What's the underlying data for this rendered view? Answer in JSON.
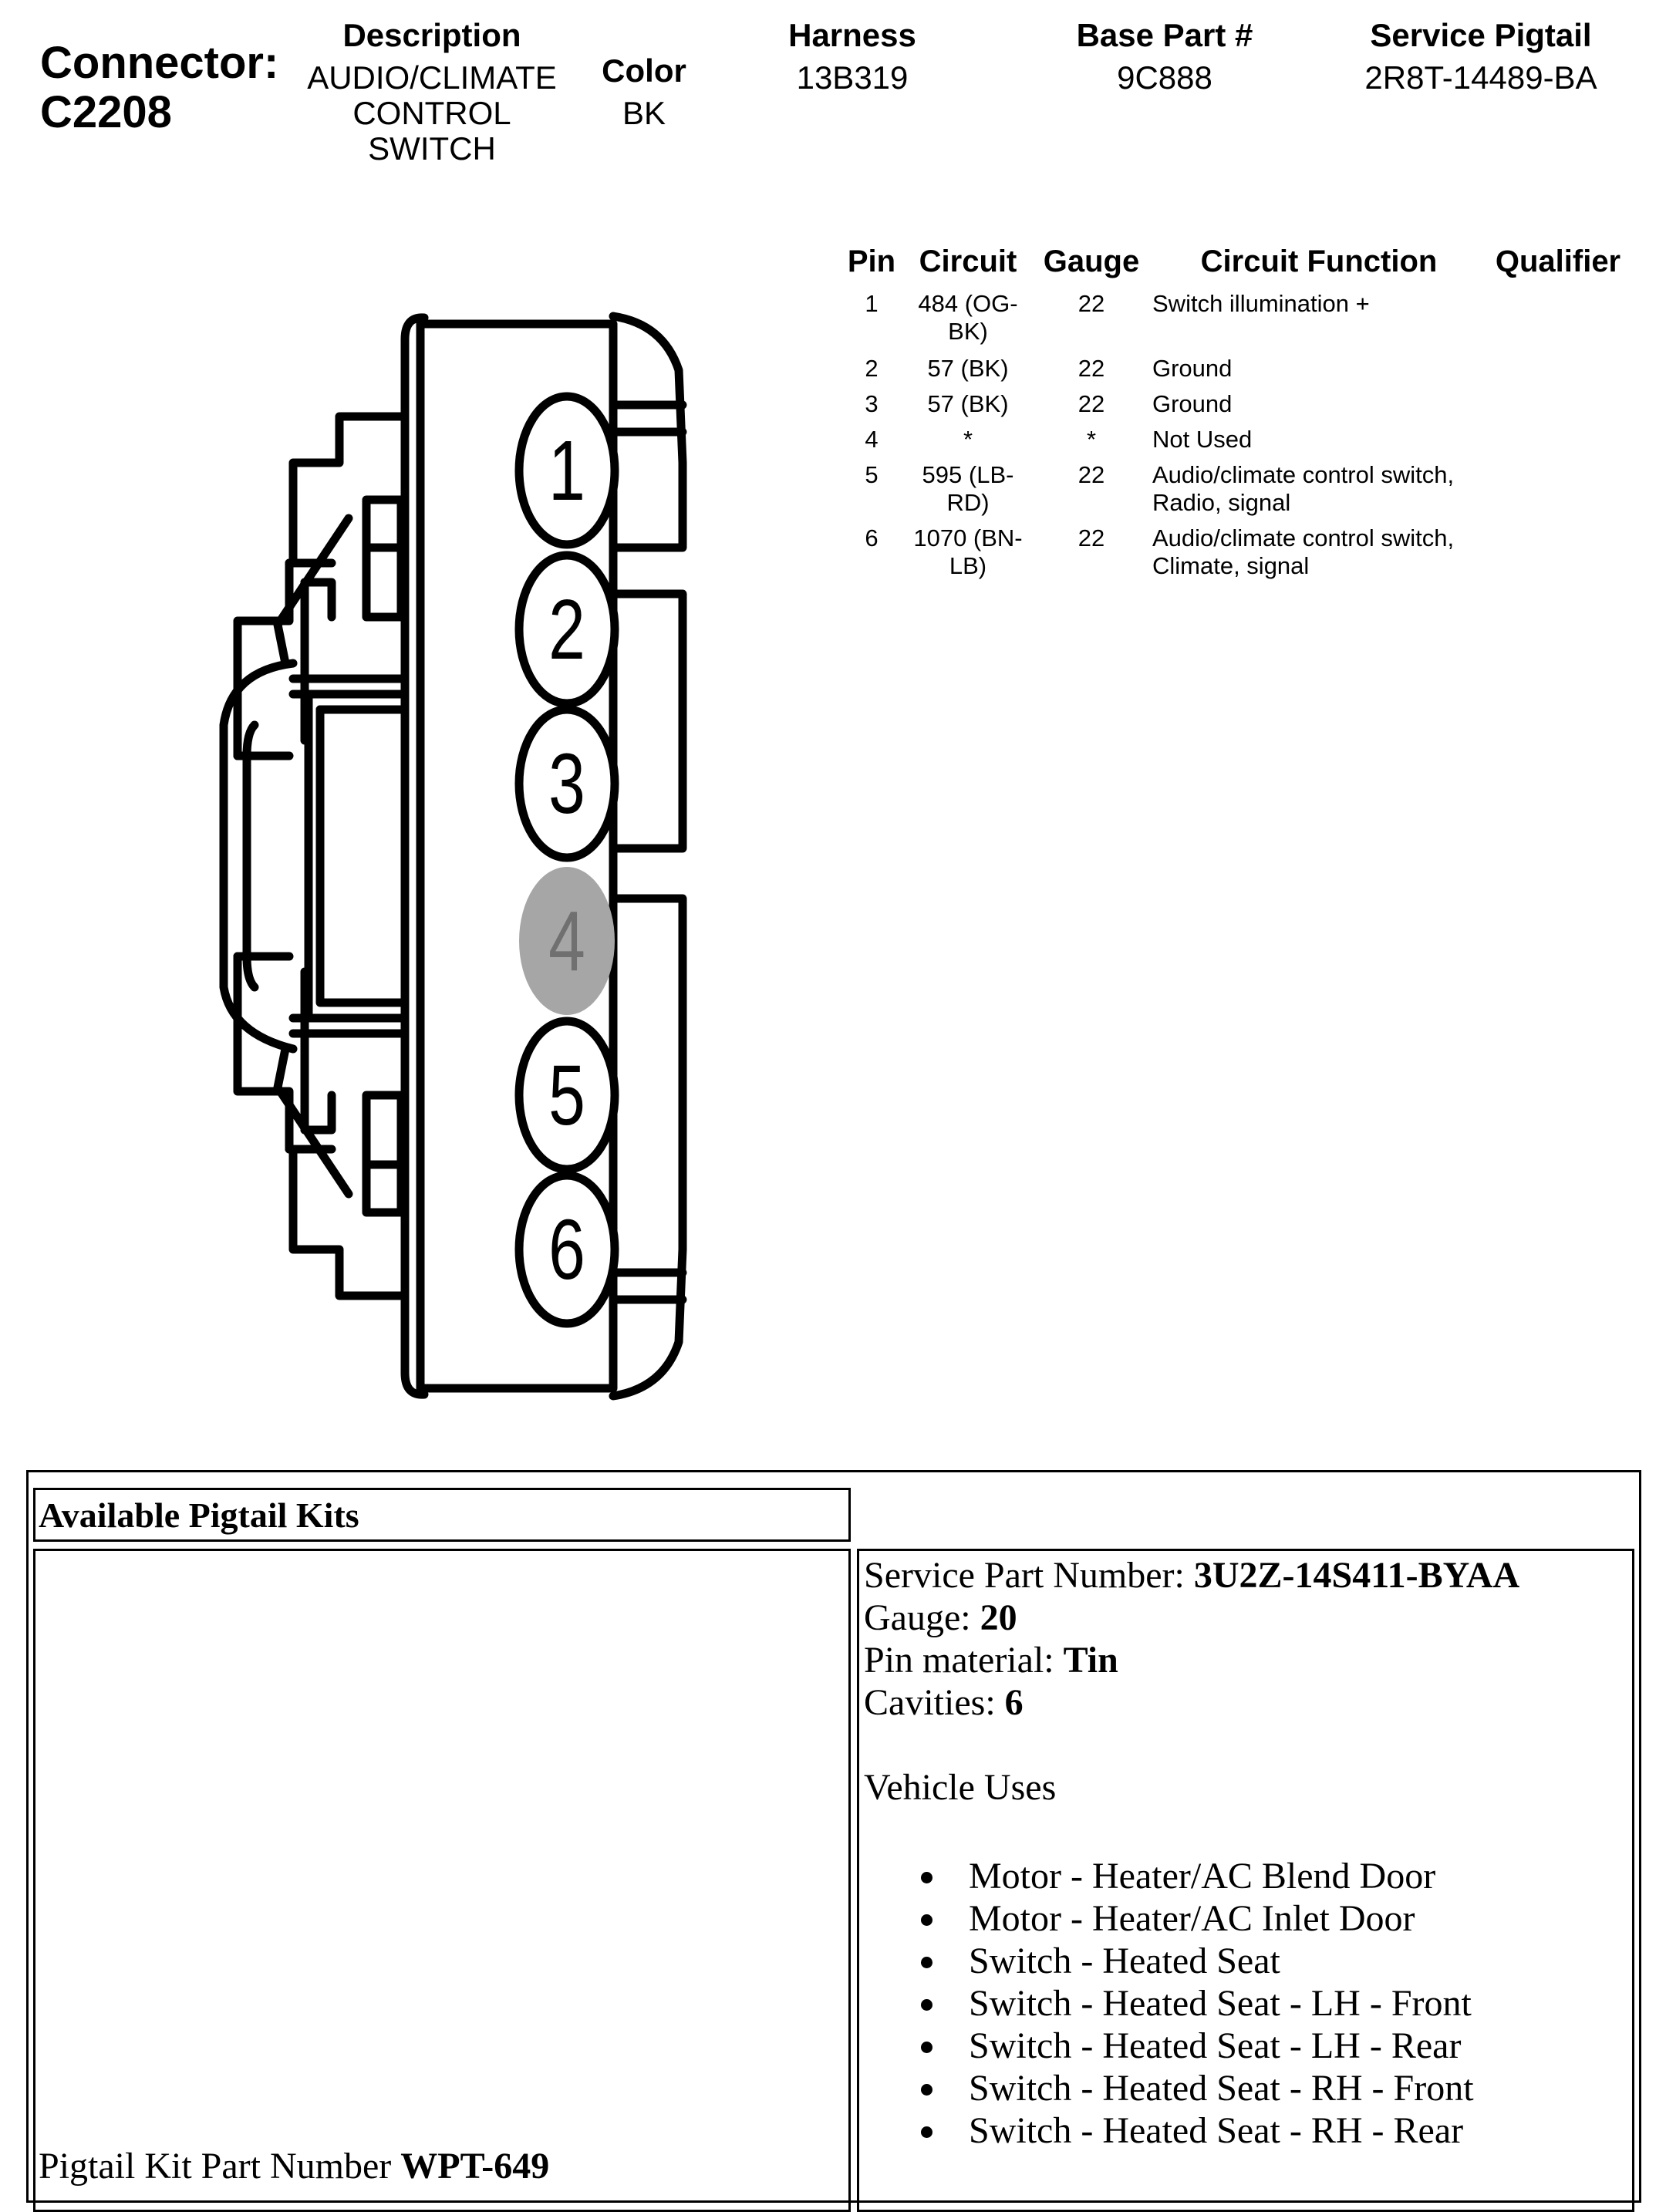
{
  "header": {
    "connector_label": "Connector:",
    "connector_id": "C2208",
    "description_label": "Description",
    "description_lines": [
      "AUDIO/CLIMATE",
      "CONTROL",
      "SWITCH"
    ],
    "color_label": "Color",
    "color_value": "BK",
    "harness_label": "Harness",
    "harness_value": "13B319",
    "base_part_label": "Base Part #",
    "base_part_value": "9C888",
    "service_pigtail_label": "Service Pigtail",
    "service_pigtail_value": "2R8T-14489-BA"
  },
  "pin_table": {
    "headers": {
      "pin": "Pin",
      "circuit": "Circuit",
      "gauge": "Gauge",
      "function": "Circuit Function",
      "qualifier": "Qualifier"
    },
    "rows": [
      {
        "pin": "1",
        "circuit": [
          "484 (OG-",
          "BK)"
        ],
        "gauge": "22",
        "function": [
          "Switch illumination +"
        ],
        "qualifier": ""
      },
      {
        "pin": "2",
        "circuit": [
          "57 (BK)"
        ],
        "gauge": "22",
        "function": [
          "Ground"
        ],
        "qualifier": ""
      },
      {
        "pin": "3",
        "circuit": [
          "57 (BK)"
        ],
        "gauge": "22",
        "function": [
          "Ground"
        ],
        "qualifier": ""
      },
      {
        "pin": "4",
        "circuit": [
          "*"
        ],
        "gauge": "*",
        "function": [
          "Not Used"
        ],
        "qualifier": ""
      },
      {
        "pin": "5",
        "circuit": [
          "595 (LB-",
          "RD)"
        ],
        "gauge": "22",
        "function": [
          "Audio/climate control switch,",
          "Radio, signal"
        ],
        "qualifier": ""
      },
      {
        "pin": "6",
        "circuit": [
          "1070 (BN-",
          "LB)"
        ],
        "gauge": "22",
        "function": [
          "Audio/climate control switch,",
          "Climate, signal"
        ],
        "qualifier": ""
      }
    ]
  },
  "diagram": {
    "pins": [
      {
        "label": "1",
        "used": true
      },
      {
        "label": "2",
        "used": true
      },
      {
        "label": "3",
        "used": true
      },
      {
        "label": "4",
        "used": false
      },
      {
        "label": "5",
        "used": true
      },
      {
        "label": "6",
        "used": true
      }
    ],
    "colors": {
      "outline": "#000000",
      "unused_fill": "#a6a6a6",
      "unused_text": "#707070"
    }
  },
  "pigtail": {
    "title": "Available Pigtail Kits",
    "kit_label": "Pigtail Kit Part Number ",
    "kit_value": "WPT-649",
    "service_part_label": "Service Part Number: ",
    "service_part_value": "3U2Z-14S411-BYAA",
    "gauge_label": "Gauge: ",
    "gauge_value": "20",
    "pin_material_label": "Pin material: ",
    "pin_material_value": "Tin",
    "cavities_label": "Cavities: ",
    "cavities_value": "6",
    "vehicle_uses_label": "Vehicle Uses",
    "vehicle_uses": [
      "Motor - Heater/AC Blend Door",
      "Motor - Heater/AC Inlet Door",
      "Switch - Heated Seat",
      "Switch - Heated Seat - LH - Front",
      "Switch - Heated Seat - LH - Rear",
      "Switch - Heated Seat - RH - Front",
      "Switch - Heated Seat - RH - Rear"
    ]
  }
}
